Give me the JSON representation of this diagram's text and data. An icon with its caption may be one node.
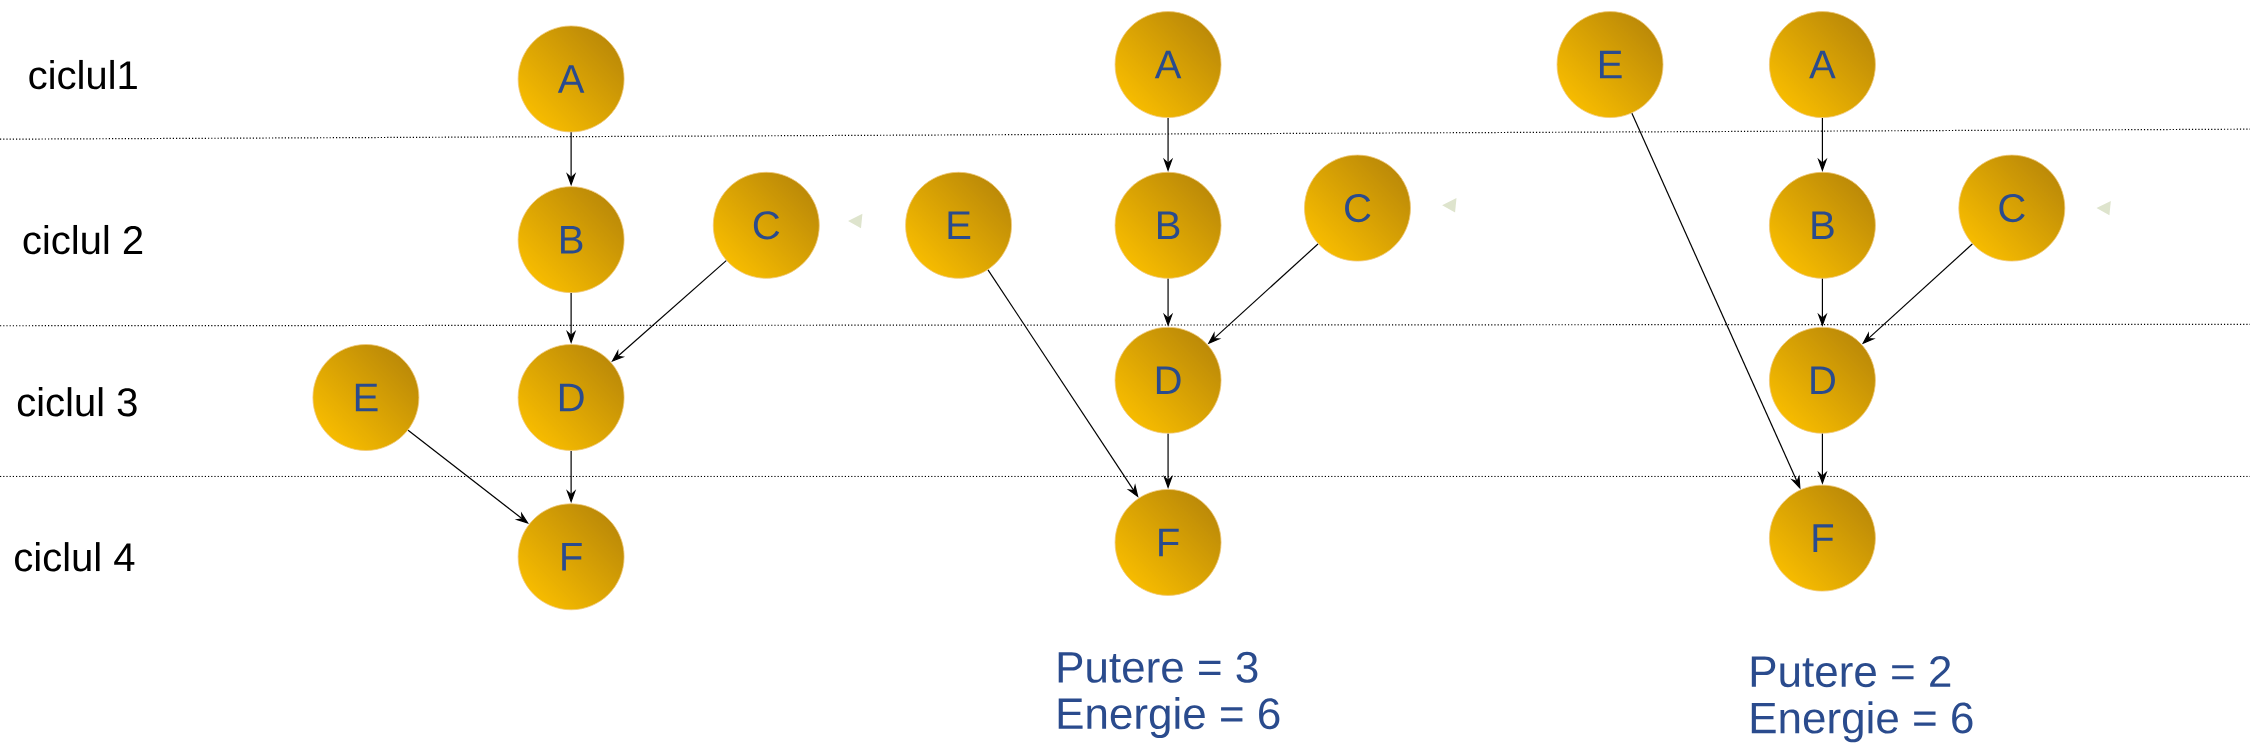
{
  "diagram": {
    "nodes": [
      {
        "text": [
          "A"
        ]
      },
      {
        "text": [
          "B"
        ]
      },
      {
        "text": [
          "C"
        ]
      },
      {
        "text": [
          "E"
        ]
      },
      {
        "text": [
          "D"
        ]
      },
      {
        "text": [
          "F"
        ]
      },
      {
        "text": [
          "A"
        ]
      },
      {
        "text": [
          "E"
        ]
      },
      {
        "text": [
          "B"
        ]
      },
      {
        "text": [
          "C"
        ]
      },
      {
        "text": [
          "D"
        ]
      },
      {
        "text": [
          "F"
        ]
      },
      {
        "text": [
          "E"
        ]
      },
      {
        "text": [
          "A"
        ]
      },
      {
        "text": [
          "B"
        ]
      },
      {
        "text": [
          "C"
        ]
      },
      {
        "text": [
          "D"
        ]
      },
      {
        "text": [
          "F"
        ]
      }
    ],
    "edges": [
      {
        "from": 0,
        "to": 1,
        "arrow": "to"
      },
      {
        "from": 1,
        "to": 4,
        "arrow": "to"
      },
      {
        "from": 2,
        "to": 4,
        "arrow": "to"
      },
      {
        "from": 4,
        "to": 5,
        "arrow": "to"
      },
      {
        "from": 3,
        "to": 5,
        "arrow": "to"
      },
      {
        "from": 6,
        "to": 8,
        "arrow": "to"
      },
      {
        "from": 8,
        "to": 10,
        "arrow": "to"
      },
      {
        "from": 9,
        "to": 10,
        "arrow": "to"
      },
      {
        "from": 10,
        "to": 11,
        "arrow": "to"
      },
      {
        "from": 7,
        "to": 11,
        "arrow": "to"
      },
      {
        "from": 13,
        "to": 14,
        "arrow": "to"
      },
      {
        "from": 14,
        "to": 16,
        "arrow": "to"
      },
      {
        "from": 15,
        "to": 16,
        "arrow": "to"
      },
      {
        "from": 16,
        "to": 17,
        "arrow": "to"
      },
      {
        "from": 12,
        "to": 17,
        "arrow": "to"
      }
    ],
    "labels": [
      "ciclul1",
      "ciclul 2",
      "ciclul 3",
      "ciclul 4",
      "Putere = 3",
      "Energie = 6",
      "Putere = 2",
      "Energie = 6"
    ]
  }
}
